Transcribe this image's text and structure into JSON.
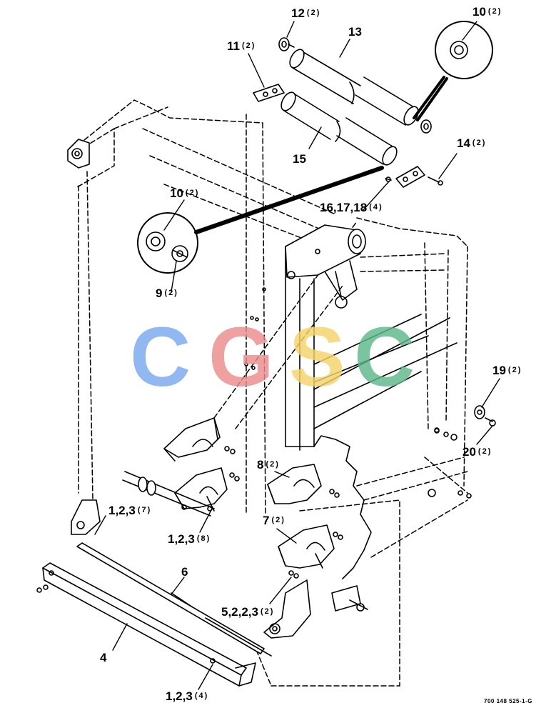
{
  "drawing_ref": "700 148 525-1-G",
  "watermark": {
    "letters": [
      "C",
      "G",
      "S",
      "C"
    ],
    "colors": [
      "#7ba9f0",
      "#ec8c8c",
      "#f5d36a",
      "#5fb88c"
    ]
  },
  "callouts": {
    "c12": {
      "num": "12",
      "qty": "(2)"
    },
    "c10a": {
      "num": "10",
      "qty": "(2)"
    },
    "c11": {
      "num": "11",
      "qty": "(2)"
    },
    "c13": {
      "num": "13",
      "qty": ""
    },
    "c15": {
      "num": "15",
      "qty": ""
    },
    "c14": {
      "num": "14",
      "qty": "(2)"
    },
    "c10b": {
      "num": "10",
      "qty": "(2)"
    },
    "c16": {
      "num": "16,17,18",
      "qty": "(4)"
    },
    "c9": {
      "num": "9",
      "qty": "(2)"
    },
    "c19": {
      "num": "19",
      "qty": "(2)"
    },
    "c20": {
      "num": "20",
      "qty": "(2)"
    },
    "c8": {
      "num": "8",
      "qty": "(2)"
    },
    "c123a": {
      "num": "1,2,3",
      "qty": "(7)"
    },
    "c7": {
      "num": "7",
      "qty": "(2)"
    },
    "c123b": {
      "num": "1,2,3",
      "qty": "(8)"
    },
    "c6": {
      "num": "6",
      "qty": ""
    },
    "c5": {
      "num": "5,2,2,3",
      "qty": "(2)"
    },
    "c4": {
      "num": "4",
      "qty": ""
    },
    "c123c": {
      "num": "1,2,3",
      "qty": "(4)"
    }
  }
}
